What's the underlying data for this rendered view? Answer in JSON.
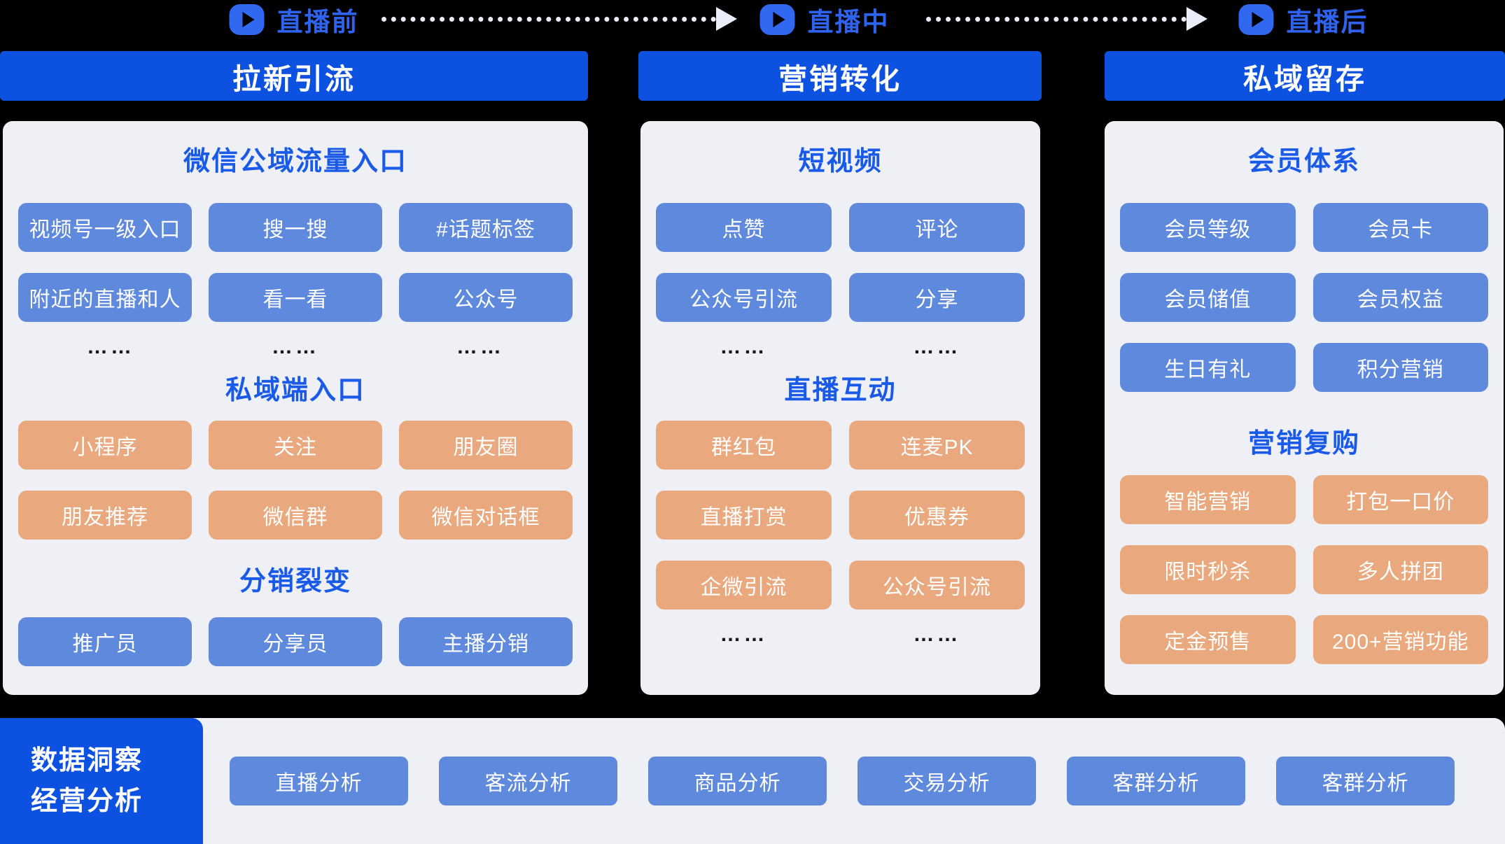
{
  "phases": [
    "直播前",
    "直播中",
    "直播后"
  ],
  "dots": "……",
  "colors": {
    "background": "#000000",
    "header_blue": "#0d51e0",
    "chip_blue": "#5e89dc",
    "chip_orange": "#e9a87d",
    "title_blue": "#1a5ae9",
    "phase_blue": "#2d63ee",
    "panel_bg": "#eef0f5",
    "arrow_white": "#e9edf8"
  },
  "columns": [
    {
      "header": "拉新引流",
      "sections": [
        {
          "title": "微信公域流量入口",
          "items": [
            "视频号一级入口",
            "搜一搜",
            "#话题标签",
            "附近的直播和人",
            "看一看",
            "公众号"
          ]
        },
        {
          "title": "私域端入口",
          "items": [
            "小程序",
            "关注",
            "朋友圈",
            "朋友推荐",
            "微信群",
            "微信对话框"
          ]
        },
        {
          "title": "分销裂变",
          "items": [
            "推广员",
            "分享员",
            "主播分销"
          ]
        }
      ]
    },
    {
      "header": "营销转化",
      "sections": [
        {
          "title": "短视频",
          "items": [
            "点赞",
            "评论",
            "公众号引流",
            "分享"
          ]
        },
        {
          "title": "直播互动",
          "items": [
            "群红包",
            "连麦PK",
            "直播打赏",
            "优惠券",
            "企微引流",
            "公众号引流"
          ]
        }
      ]
    },
    {
      "header": "私域留存",
      "sections": [
        {
          "title": "会员体系",
          "items": [
            "会员等级",
            "会员卡",
            "会员储值",
            "会员权益",
            "生日有礼",
            "积分营销"
          ]
        },
        {
          "title": "营销复购",
          "items": [
            "智能营销",
            "打包一口价",
            "限时秒杀",
            "多人拼团",
            "定金预售",
            "200+营销功能"
          ]
        }
      ]
    }
  ],
  "bottom": {
    "title_lines": [
      "数据洞察",
      "经营分析"
    ],
    "buttons": [
      "直播分析",
      "客流分析",
      "商品分析",
      "交易分析",
      "客群分析",
      "客群分析"
    ]
  }
}
